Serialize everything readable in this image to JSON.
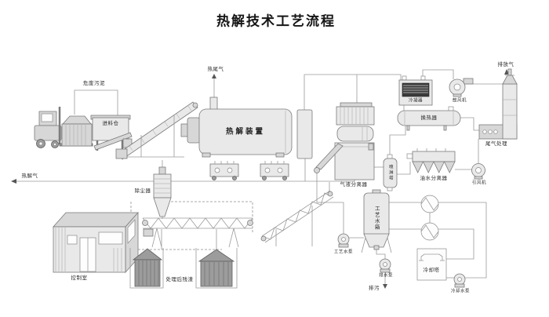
{
  "title": "热解技术工艺流程",
  "labels": {
    "sludge": "危废污泥",
    "feeder": "进料仓",
    "pyrolyzer": "热解装置",
    "hot_tail_gas": "热尾气",
    "pyro_gas": "热解气",
    "condenser": "冷凝器",
    "heat_exchanger": "换热器",
    "blower": "鼓风机",
    "stack_out": "排放气",
    "tail_gas_treat": "尾气处理",
    "gas_liquid_sep": "气液分离器",
    "spray_tower": "喷淋塔",
    "oil_water_sep": "油水分离器",
    "id_fan": "引风机",
    "process_tank": "工艺水箱",
    "process_pump": "工艺水泵",
    "drain_pump": "排水泵",
    "blowdown": "排污",
    "cooling_tower": "冷却塔",
    "cooling_pump": "冷却水泵",
    "dust_collector": "除尘器",
    "control_room": "控制室",
    "residue": "处理后残渣"
  },
  "colors": {
    "background": "#ffffff",
    "equipment_fill": "#e9e9e9",
    "equipment_stroke": "#7a7a7a",
    "pipe_line": "#9a9a9a",
    "dark_fill": "#9c9c9c",
    "text": "#2b2b2b"
  }
}
